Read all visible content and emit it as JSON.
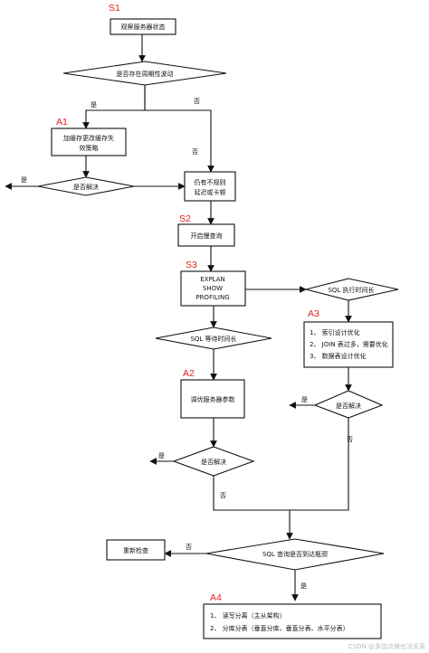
{
  "steps": {
    "s1": "S1",
    "a1": "A1",
    "s2": "S2",
    "s3": "S3",
    "a3": "A3",
    "a2": "A2",
    "a4": "A4"
  },
  "nodes": {
    "observe": "观察服务器状态",
    "periodic": "是否存在周期性波动",
    "cache": [
      "加缓存更改缓存失",
      "效策略"
    ],
    "resolved1": "是否解决",
    "irregular": [
      "仍有不规则",
      "延迟或卡顿"
    ],
    "slowlog": "开启慢查询",
    "explain": [
      "EXPLAN",
      "SHOW",
      "PROFILING"
    ],
    "sql_exec": "SQL 执行时间长",
    "sql_wait": "SQL 等待时间长",
    "optimize": [
      "1、 索引设计优化",
      "2、 JOIN 表过多，需要优化",
      "3、 数据表设计优化"
    ],
    "tune": "调优服务器参数",
    "resolved2": "是否解决",
    "resolved3": "是否解决",
    "bottleneck": "SQL 查询是否到达瓶颈",
    "recheck": "重新检查",
    "split": [
      "1、 读写分离（主从架构）",
      "2、 分库分表（垂直分库、垂直分表、水平分表）"
    ]
  },
  "edges": {
    "yes": "是",
    "no": "否"
  },
  "watermark": "CSDN @多加点辣也没关系"
}
